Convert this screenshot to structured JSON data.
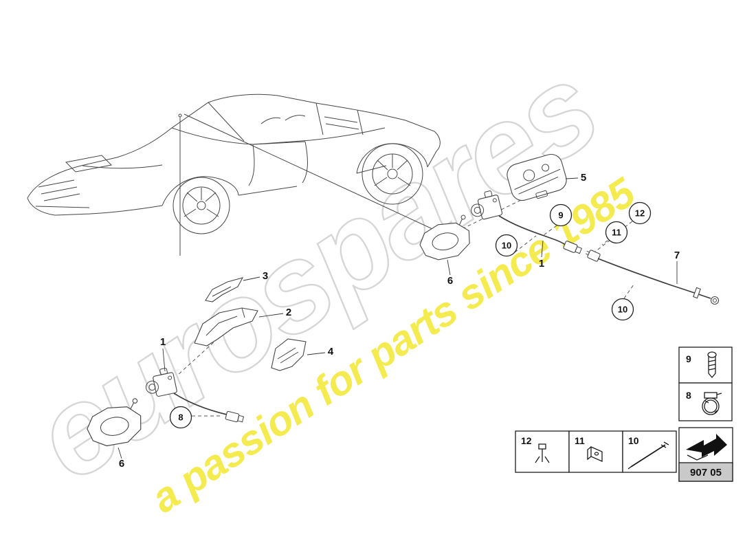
{
  "watermark": {
    "brand": "eurospares",
    "tagline": "a passion for parts since 1985"
  },
  "colors": {
    "watermark_gray": "#d4d4d4",
    "watermark_yellow": "#f2e93c",
    "line_art": "#454545",
    "legend_band": "#c9c9c9"
  },
  "part_labels": {
    "p1_left": "1",
    "p1_right": "1",
    "p2": "2",
    "p3": "3",
    "p4": "4",
    "p5": "5",
    "p6_left": "6",
    "p6_mid": "6",
    "p7": "7"
  },
  "callouts": {
    "c8": "8",
    "c9": "9",
    "c10_left": "10",
    "c10_right": "10",
    "c11": "11",
    "c12": "12"
  },
  "legend": {
    "screw": "9",
    "clamp": "8",
    "clip": "12",
    "bracket": "11",
    "pin": "10",
    "diagram_code": "907 05"
  }
}
